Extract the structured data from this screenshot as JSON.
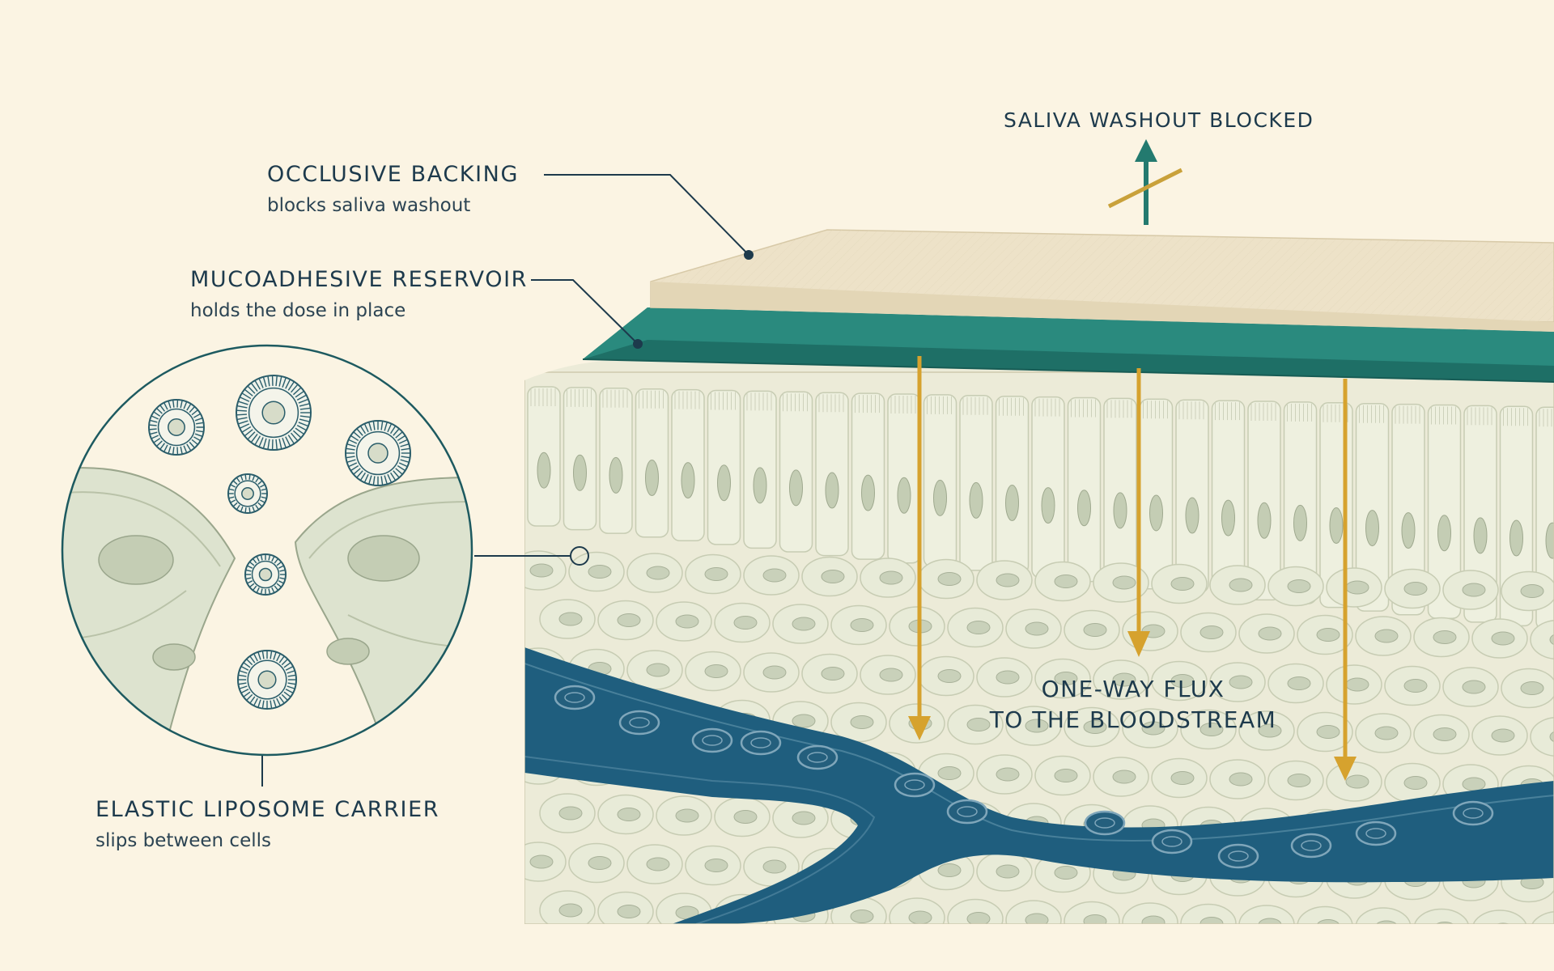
{
  "labels": {
    "occlusive_backing": {
      "title": "OCCLUSIVE BACKING",
      "subtitle": "blocks saliva washout"
    },
    "mucoadhesive_reservoir": {
      "title": "MUCOADHESIVE RESERVOIR",
      "subtitle": "holds the dose in place"
    },
    "liposome_carrier": {
      "title": "ELASTIC LIPOSOME CARRIER",
      "subtitle": "slips between cells"
    },
    "saliva_washout": "SALIVA WASHOUT BLOCKED",
    "flux_line1": "ONE-WAY FLUX",
    "flux_line2": "TO THE BLOODSTREAM"
  },
  "colors": {
    "background": "#fbf4e3",
    "backing": "#ede2c8",
    "reservoir": "#2a8a7e",
    "tissue": "#ecebd8",
    "cell_nucleus": "#c4cdb4",
    "blood_vessel": "#1f5e7e",
    "flux_arrow": "#d6a22e",
    "text": "#1d3a4c",
    "blocked_arrow": "#237a6f"
  }
}
